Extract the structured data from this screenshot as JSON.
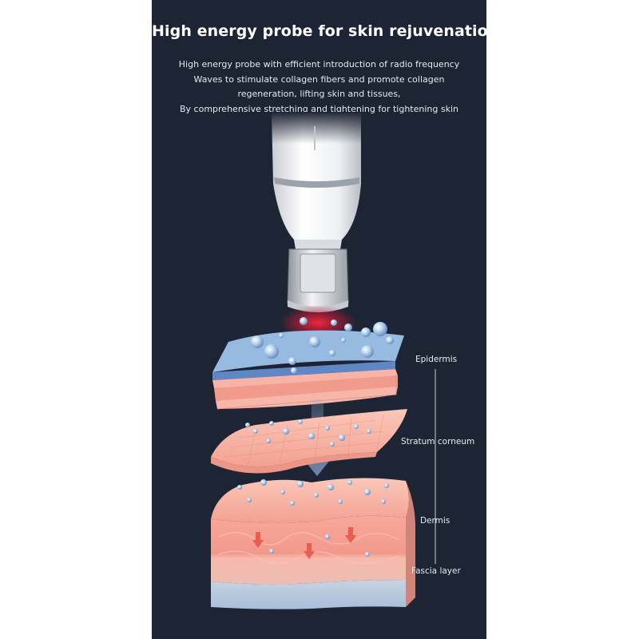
{
  "heading": "High energy probe for skin rejuvenation",
  "description_lines": [
    "High energy probe with efficient introduction of radio frequency",
    "Waves to stimulate collagen fibers and promote collagen",
    "regeneration, lifting skin and tissues,",
    "By comprehensive stretching and tightening for tightening skin"
  ],
  "layers": {
    "epidermis": "Epidermis",
    "stratum_corneum": "Stratum corneum",
    "dermis": "Dermis",
    "fascia": "Fascia layer"
  },
  "colors": {
    "panel_background": "#1d2434",
    "skin_pink": "#f4a99a",
    "epidermis_blue": "#8fb8e6",
    "energy_red": "#ff2a3d",
    "fascia_blue": "#a9bfd8"
  },
  "illustration": {
    "device": "rf-probe-handpiece",
    "bubbles": "collagen-particles"
  }
}
